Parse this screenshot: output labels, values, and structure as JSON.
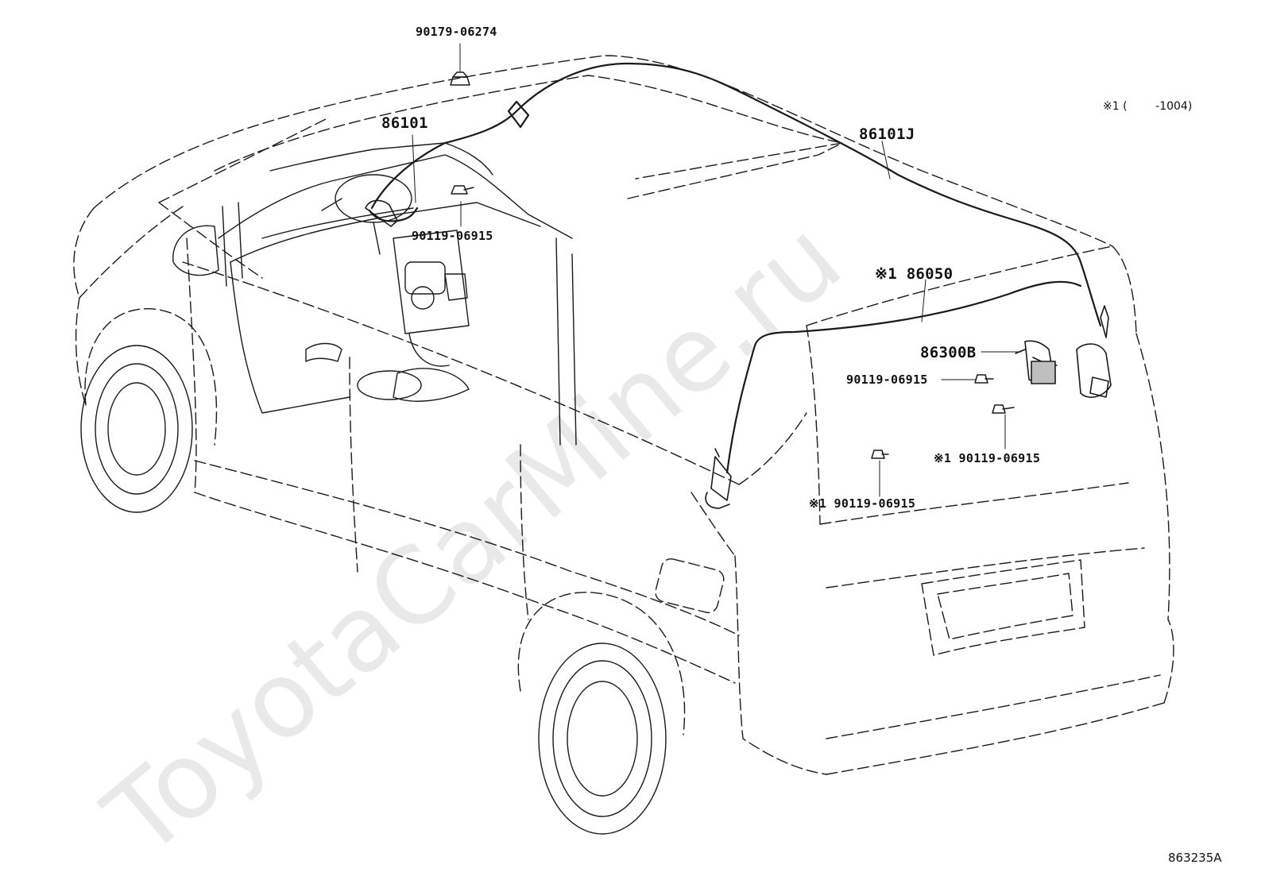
{
  "callouts": {
    "nut_90179": "90179-06274",
    "harness_86101": "86101",
    "bolt_front": "90119-06915",
    "harness_86101j": "86101J",
    "cord_86050": "※1 86050",
    "camera_86300b": "86300B",
    "bolt_camera": "90119-06915",
    "bolt_rear_right": "※1 90119-06915",
    "bolt_rear_left": "※1 90119-06915"
  },
  "notes": {
    "range": "※1 (        -1004)",
    "figure_code": "863235A"
  },
  "watermark": "ToyotaCarMine.ru"
}
